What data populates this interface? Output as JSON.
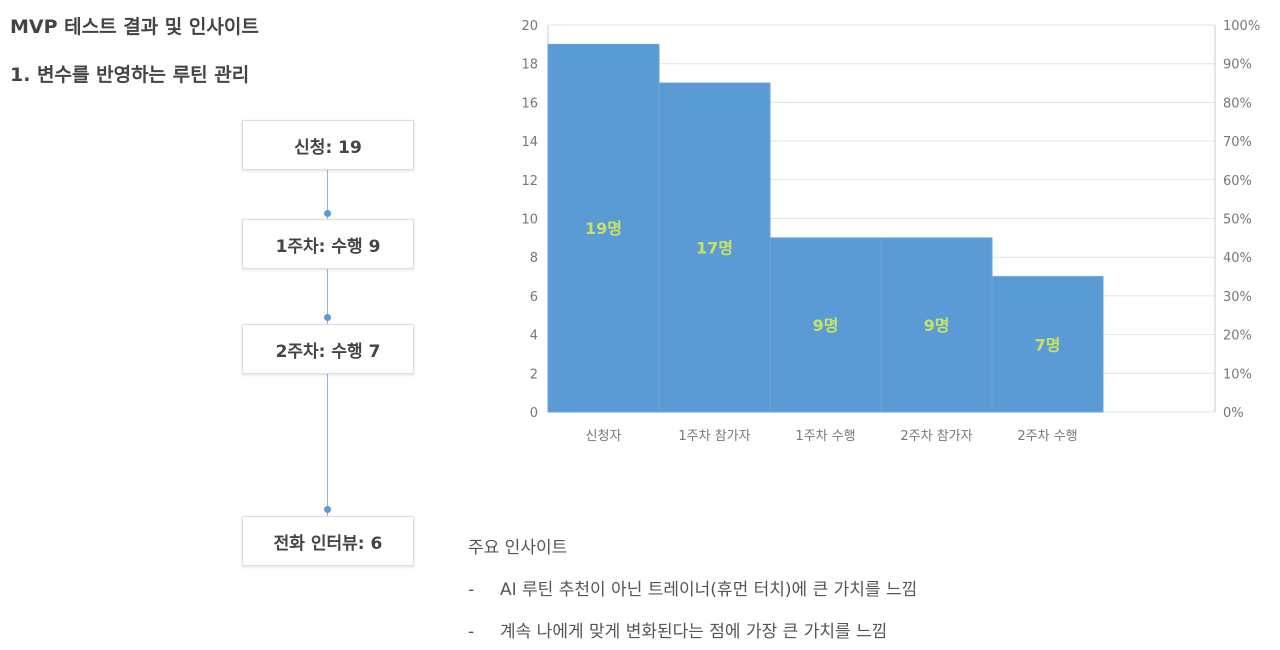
{
  "title": "MVP 테스트 결과 및 인사이트",
  "section": "1. 변수를 반영하는 루틴 관리",
  "flow": [
    "신청: 19",
    "1주차: 수행 9",
    "2주차: 수행 7",
    "전화 인터뷰: 6"
  ],
  "insights": {
    "title": "주요 인사이트",
    "items": [
      "AI 루틴 추천이 아닌 트레이너(휴먼 터치)에 큰 가치를 느낌",
      "계속 나에게 맞게 변화된다는 점에 가장 큰 가치를 느낌"
    ]
  },
  "chart_data": {
    "type": "bar",
    "categories": [
      "신청자",
      "1주차 참가자",
      "1주차 수행",
      "2주차 참가자",
      "2주차 수행"
    ],
    "values": [
      19,
      17,
      9,
      9,
      7
    ],
    "data_labels": [
      "19명",
      "17명",
      "9명",
      "9명",
      "7명"
    ],
    "ylim": [
      0,
      20
    ],
    "yticks": [
      "0",
      "2",
      "4",
      "6",
      "8",
      "10",
      "12",
      "14",
      "16",
      "18",
      "20"
    ],
    "y2ticks": [
      "0%",
      "10%",
      "20%",
      "30%",
      "40%",
      "50%",
      "60%",
      "70%",
      "80%",
      "90%",
      "100%"
    ],
    "grid": true,
    "bar_color": "#5b9bd5",
    "label_color": "#c9e265"
  }
}
